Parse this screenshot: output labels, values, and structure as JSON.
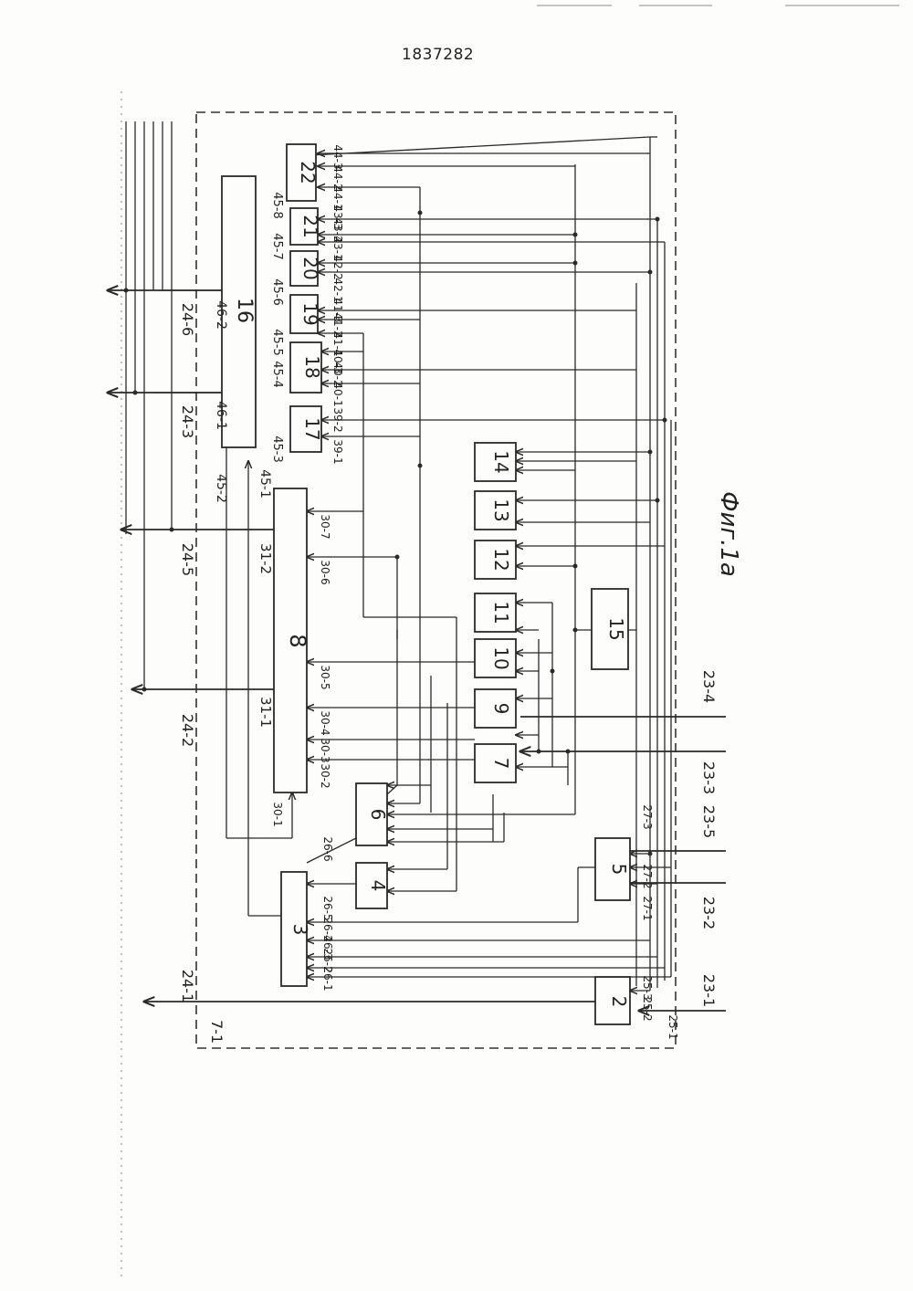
{
  "document": {
    "patent_number": "1837282",
    "figure_caption": "Фиг.1а",
    "frame_label": "7-1"
  },
  "blocks": {
    "b2": "2",
    "b3": "3",
    "b4": "4",
    "b5": "5",
    "b6": "6",
    "b7": "7",
    "b8": "8",
    "b9": "9",
    "b10": "10",
    "b11": "11",
    "b12": "12",
    "b13": "13",
    "b14": "14",
    "b15": "15",
    "b16": "16",
    "b17": "17",
    "b18": "18",
    "b19": "19",
    "b20": "20",
    "b21": "21",
    "b22": "22"
  },
  "inputs": [
    "23-1",
    "23-2",
    "23-3",
    "23-4",
    "23-5"
  ],
  "outputs": [
    "24-1",
    "24-2",
    "24-3",
    "24-5",
    "24-6"
  ],
  "signal_labels": {
    "s25_1": "25-1",
    "s25_2": "25-2",
    "s25_3": "25-3",
    "s26_1": "26-1",
    "s26_2": "26-2",
    "s26_3": "26-3",
    "s26_4": "26-4",
    "s26_5": "26-5",
    "s26_6": "26-6",
    "s27_1": "27-1",
    "s27_2": "27-2",
    "s27_3": "27-3",
    "s30_1": "30-1",
    "s30_2": "30-2",
    "s30_3": "30-3",
    "s30_4": "30-4",
    "s30_5": "30-5",
    "s30_6": "30-6",
    "s30_7": "30-7",
    "s31_1": "31-1",
    "s31_2": "31-2",
    "s39_1": "39-1",
    "s39_2": "39-2",
    "s40_1": "40-1",
    "s40_2": "40-2",
    "s40_3": "40-3",
    "s41_1": "41-1",
    "s41_2": "41-2",
    "s41_3": "41-3",
    "s42_1": "42-1",
    "s42_2": "42-2",
    "s43_1": "43-1",
    "s43_2": "43-2",
    "s43_3": "43-3",
    "s44_1": "44-1",
    "s44_2": "44-2",
    "s44_3": "44-3",
    "s45_1": "45-1",
    "s45_2": "45-2",
    "s45_3": "45-3",
    "s45_4": "45-4",
    "s45_5": "45-5",
    "s45_6": "45-6",
    "s45_7": "45-7",
    "s45_8": "45-8",
    "s46_1": "46-1",
    "s46_2": "46-2"
  }
}
